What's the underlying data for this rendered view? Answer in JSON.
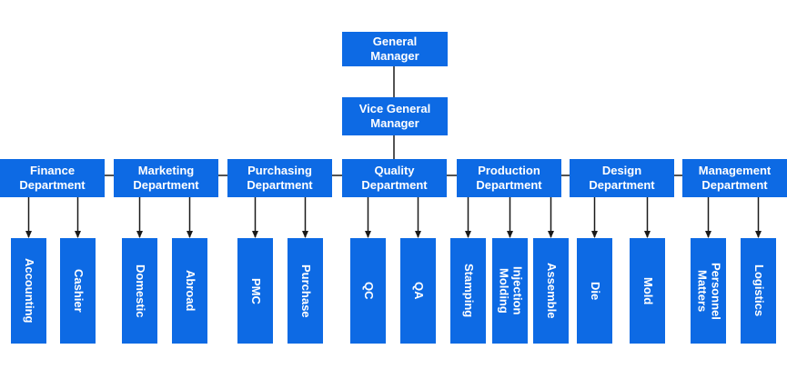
{
  "nodes": {
    "general_manager": "General Manager",
    "vice_general_manager": "Vice General Manager"
  },
  "departments": [
    {
      "label": "Finance Department",
      "children": [
        "Accounting",
        "Cashier"
      ]
    },
    {
      "label": "Marketing Department",
      "children": [
        "Domestic",
        "Abroad"
      ]
    },
    {
      "label": "Purchasing Department",
      "children": [
        "PMC",
        "Purchase"
      ]
    },
    {
      "label": "Quality Department",
      "children": [
        "QC",
        "QA"
      ]
    },
    {
      "label": "Production Department",
      "children": [
        "Stamping",
        "Injection Molding",
        "Assemble"
      ]
    },
    {
      "label": "Design Department",
      "children": [
        "Die",
        "Mold"
      ]
    },
    {
      "label": "Management Department",
      "children": [
        "Personnel Matters",
        "Logistics"
      ]
    }
  ],
  "colors": {
    "box_fill": "#0d6ae4",
    "box_text": "#ffffff",
    "line": "#1a1a1a"
  }
}
